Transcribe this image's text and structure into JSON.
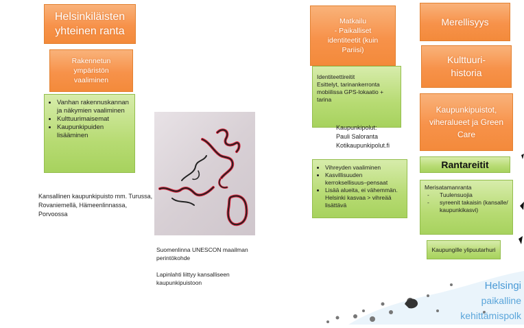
{
  "left": {
    "title": "Helsinkiläisten yhteinen ranta",
    "subtitle": "Rakennetun ympäristön vaaliminen",
    "bullets": [
      "Vanhan rakennuskannan ja näkymien vaaliminen",
      "Kulttuurimaisemat",
      "Kaupunkipuiden lisääminen"
    ],
    "national_park_note": "Kansallinen kaupunkipuisto mm. Turussa, Rovaniemellä, Hämeenlinnassa, Porvoossa"
  },
  "center": {
    "caption1": "Suomenlinna UNESCON maailman perintökohde",
    "caption2": "Lapinlahti liittyy kansalliseen kaupunkipuistoon"
  },
  "middle_right": {
    "tourism_box": "Matkailu\n-   Paikalliset identiteetit (kuin Pariisi)",
    "identity_box": "Identiteettireitit\nEsittelyt, tarinankerronta\nmobiilissa GPS-lokaatio + tarina",
    "city_paths": "Kaupunkipolut:\nPauli Saloranta\nKotikaupunkipolut.fi",
    "green_bullets": [
      "Vihreyden vaaliminen",
      "Kasvillisuuden kerroksellisuus–pensaat",
      "Lisää alueita, ei vähemmän. Helsinki kasvaa > vihreää lisättävä"
    ]
  },
  "right": {
    "box1": "Merellisyys",
    "box2": "Kulttuuri-historia",
    "box3": "Kaupunkipuistot, viheralueet ja Green Care",
    "shore_routes": "Rantareitit",
    "shore_heading": "Merisatamanranta",
    "shore_items": [
      "Tuulensuojia",
      "syreenit takaisin (kansalle/ kaupunkikasvi)"
    ],
    "city_gardener": "Kaupungille ylipuutarhuri"
  },
  "branding": {
    "line1": "Helsingi",
    "line2": "paikalline",
    "line3": "kehittämispolk"
  }
}
